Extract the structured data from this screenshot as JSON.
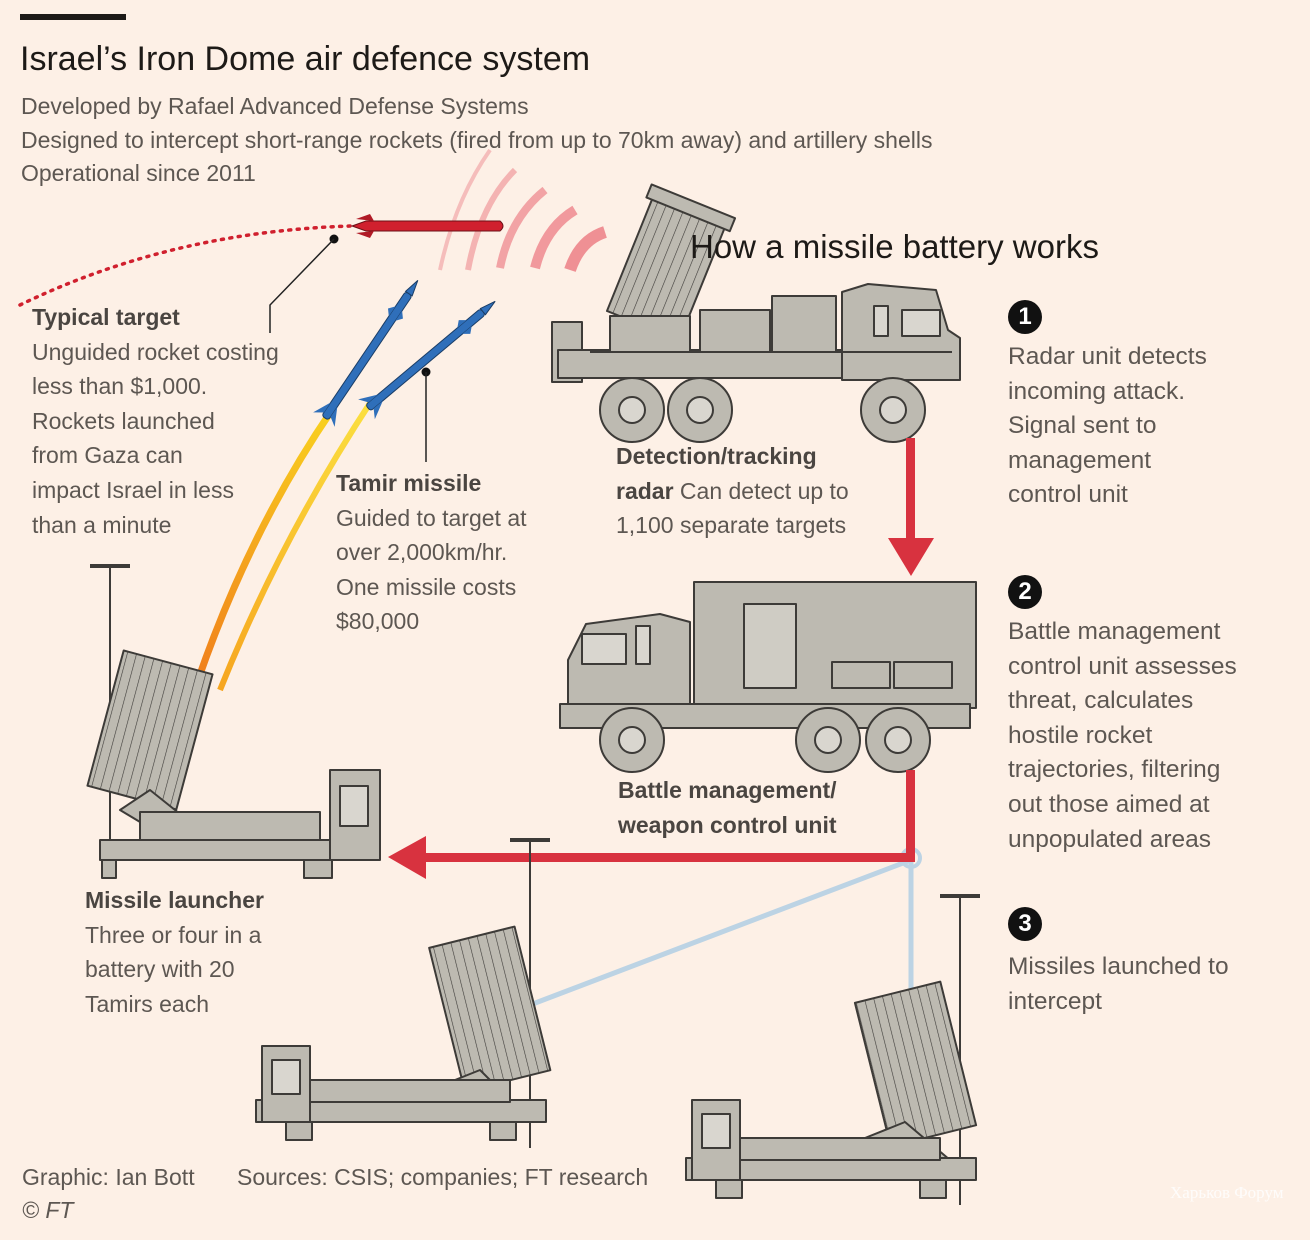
{
  "header": {
    "title": "Israel’s Iron Dome air defence system",
    "subtitle_lines": [
      "Developed by Rafael Advanced Defense Systems",
      "Designed to intercept short-range rockets (fired from up to 70km away) and artillery shells",
      "Operational since 2011"
    ]
  },
  "section_title": "How a missile battery works",
  "typical_target": {
    "heading": "Typical target",
    "lines": [
      "Unguided rocket costing",
      "less than $1,000.",
      "Rockets launched",
      "from Gaza can",
      "impact Israel in less",
      "than a minute"
    ]
  },
  "tamir": {
    "heading": "Tamir missile",
    "lines": [
      "Guided to target at",
      "over 2,000km/hr.",
      "One missile costs",
      "$80,000"
    ]
  },
  "radar": {
    "heading_line1": "Detection/tracking",
    "heading_line2": "radar",
    "line2_rest": " Can detect up to",
    "line3": "1,100 separate targets"
  },
  "bmc": {
    "line1": "Battle management/",
    "line2": "weapon control unit"
  },
  "launcher": {
    "heading": "Missile launcher",
    "lines": [
      "Three or four in a",
      "battery with 20",
      "Tamirs each"
    ]
  },
  "steps": [
    {
      "number": "1",
      "lines": [
        "Radar unit detects",
        "incoming attack.",
        "Signal sent to",
        "management",
        "control unit"
      ]
    },
    {
      "number": "2",
      "lines": [
        "Battle management",
        "control unit assesses",
        "threat, calculates",
        "hostile rocket",
        "trajectories, filtering",
        "out those aimed at",
        "unpopulated areas"
      ]
    },
    {
      "number": "3",
      "lines": [
        "Missiles launched to",
        "intercept"
      ]
    }
  ],
  "footer": {
    "credit": "Graphic: Ian Bott",
    "copyright": "© FT",
    "sources": "Sources: CSIS; companies; FT research"
  },
  "watermark": "Харьков Форум",
  "colors": {
    "background": "#fdf0e6",
    "rocket_red": "#d0202e",
    "arrow_red": "#d8323f",
    "missile_blue": "#2f6fba",
    "link_blue": "#bcd3e4",
    "vehicle_grey": "#bdbab1",
    "outline": "#3d3b38"
  }
}
